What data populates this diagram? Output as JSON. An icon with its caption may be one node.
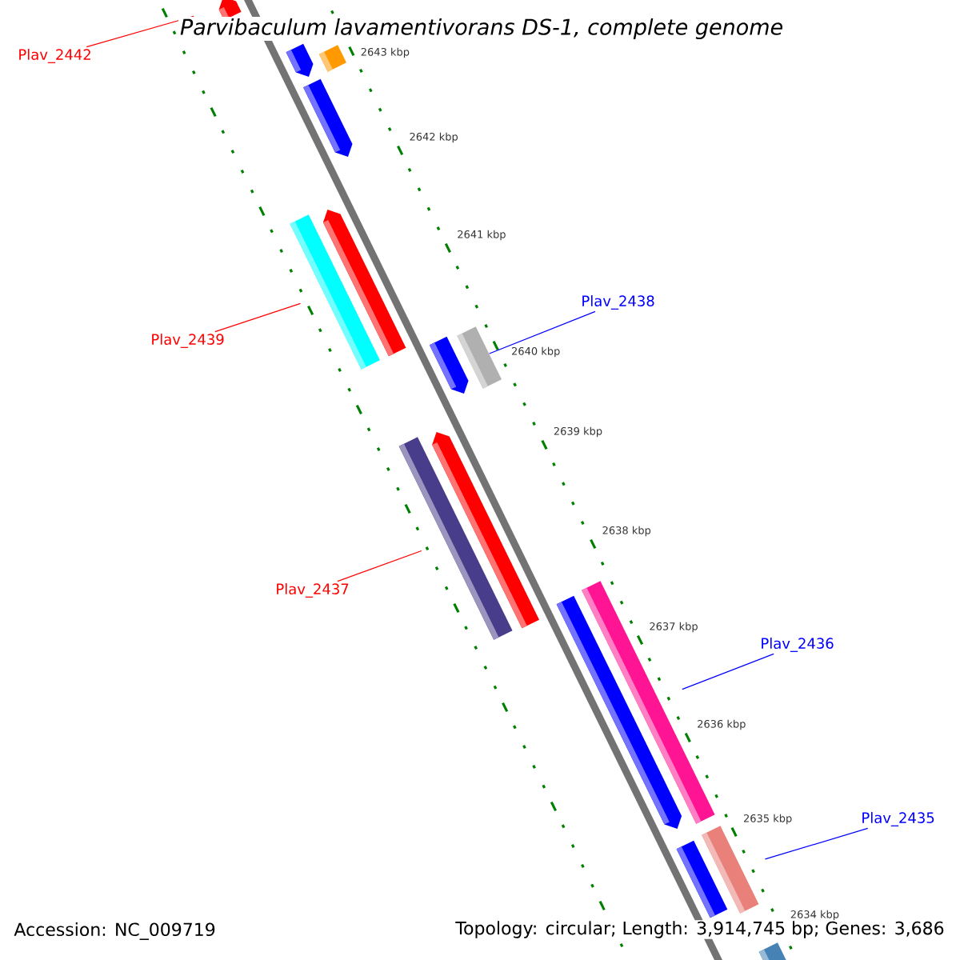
{
  "diagram": {
    "title": "*Parvibaculum lavamentivorans* DS-1, complete genome",
    "nodes": [
      {
        "text": [
          "Plav_2442"
        ]
      },
      {
        "text": [
          "Plav_2439"
        ]
      },
      {
        "text": [
          "Plav_2438"
        ]
      },
      {
        "text": [
          "Plav_2437"
        ]
      },
      {
        "text": [
          "Plav_2436"
        ]
      },
      {
        "text": [
          "Plav_2435"
        ]
      },
      {
        "text": [],
        "shape": "bar"
      },
      {
        "text": [],
        "shape": "bar"
      },
      {
        "text": [],
        "shape": "bar"
      },
      {
        "text": [],
        "shape": "bar"
      },
      {
        "text": [],
        "shape": "bar"
      },
      {
        "text": [],
        "shape": "bar"
      },
      {
        "text": [],
        "shape": "bar"
      },
      {
        "text": [],
        "shape": "bar"
      },
      {
        "text": [],
        "shape": "bar"
      },
      {
        "text": [],
        "shape": "bar"
      },
      {
        "text": [],
        "shape": "bar"
      },
      {
        "text": [],
        "shape": "bar"
      },
      {
        "text": [],
        "shape": "bar"
      },
      {
        "text": [],
        "shape": "bar"
      },
      {
        "text": [],
        "shape": "bar"
      }
    ],
    "edges": [
      {
        "from": 0,
        "to": 6,
        "arrow": "none",
        "color": "#ff0000"
      },
      {
        "from": 1,
        "to": 10,
        "arrow": "none",
        "color": "#ff0000"
      },
      {
        "from": 2,
        "to": 13,
        "arrow": "none",
        "color": "#0000ff"
      },
      {
        "from": 3,
        "to": 14,
        "arrow": "none",
        "color": "#ff0000"
      },
      {
        "from": 4,
        "to": 17,
        "arrow": "none",
        "color": "#0000ff"
      },
      {
        "from": 5,
        "to": 19,
        "arrow": "none",
        "color": "#0000ff"
      }
    ],
    "labels": [
      "2643 kbp",
      "2642 kbp",
      "2641 kbp",
      "2640 kbp",
      "2639 kbp",
      "2638 kbp",
      "2637 kbp",
      "2636 kbp",
      "2635 kbp",
      "2634 kbp",
      "Accession: NC_009719",
      "Topology: circular; Length: 3,914,745 bp; Genes: 3,686"
    ]
  }
}
